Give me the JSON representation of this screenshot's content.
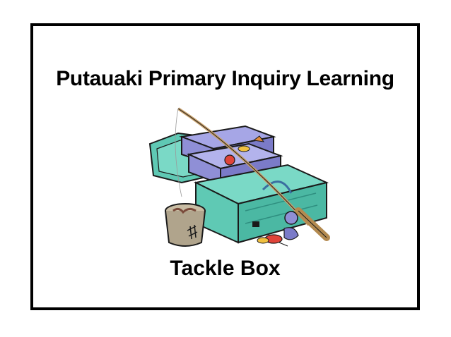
{
  "slide": {
    "title": "Putauaki Primary Inquiry Learning",
    "caption": "Tackle Box",
    "border_color": "#000000",
    "background": "#ffffff"
  },
  "clipart": {
    "subject": "fishing tackle box with rod, bait bucket and lures",
    "colors": {
      "box": "#5fc9b4",
      "box_dark": "#2f8f80",
      "tray": "#8f8fd6",
      "rod": "#c8a06a",
      "bucket": "#b0a48c",
      "lure_red": "#e0443a",
      "lure_yellow": "#f0c040"
    }
  }
}
